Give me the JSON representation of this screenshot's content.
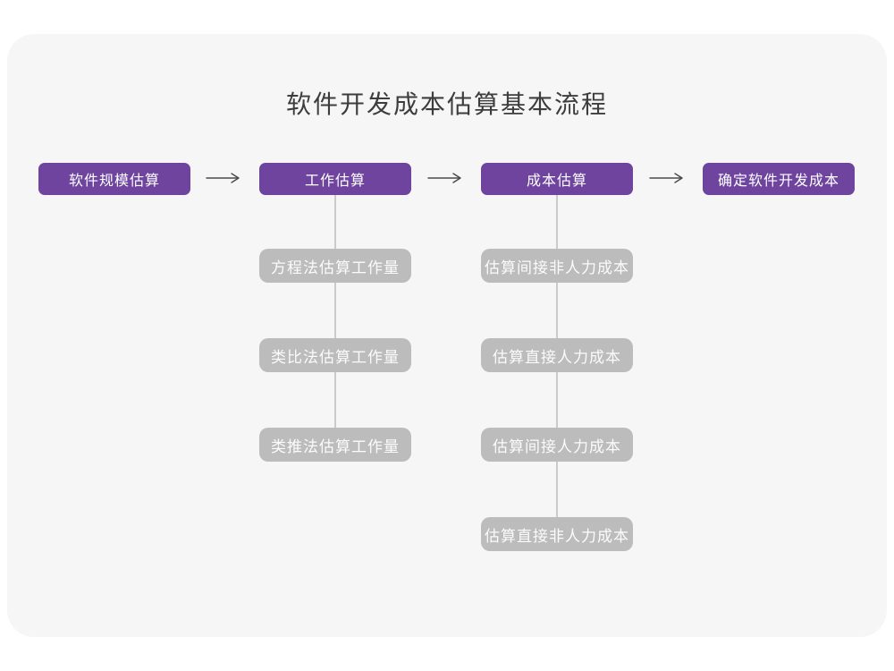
{
  "page": {
    "title": "软件开发成本估算基本流程"
  },
  "colors": {
    "card_bg": "#f6f6f6",
    "primary_purple": "#6e449e",
    "gray_box": "#bcbcbc",
    "connector": "#cbcbcb",
    "arrow": "#4a4a4a",
    "title_text": "#3d3d3d"
  },
  "flow": {
    "main_steps": [
      {
        "label": "软件规模估算"
      },
      {
        "label": "工作估算"
      },
      {
        "label": "成本估算"
      },
      {
        "label": "确定软件开发成本"
      }
    ],
    "work_estimation_methods": [
      {
        "label": "方程法估算工作量"
      },
      {
        "label": "类比法估算工作量"
      },
      {
        "label": "类推法估算工作量"
      }
    ],
    "cost_estimation_steps": [
      {
        "label": "估算间接非人力成本"
      },
      {
        "label": "估算直接人力成本"
      },
      {
        "label": "估算间接人力成本"
      },
      {
        "label": "估算直接非人力成本"
      }
    ]
  }
}
